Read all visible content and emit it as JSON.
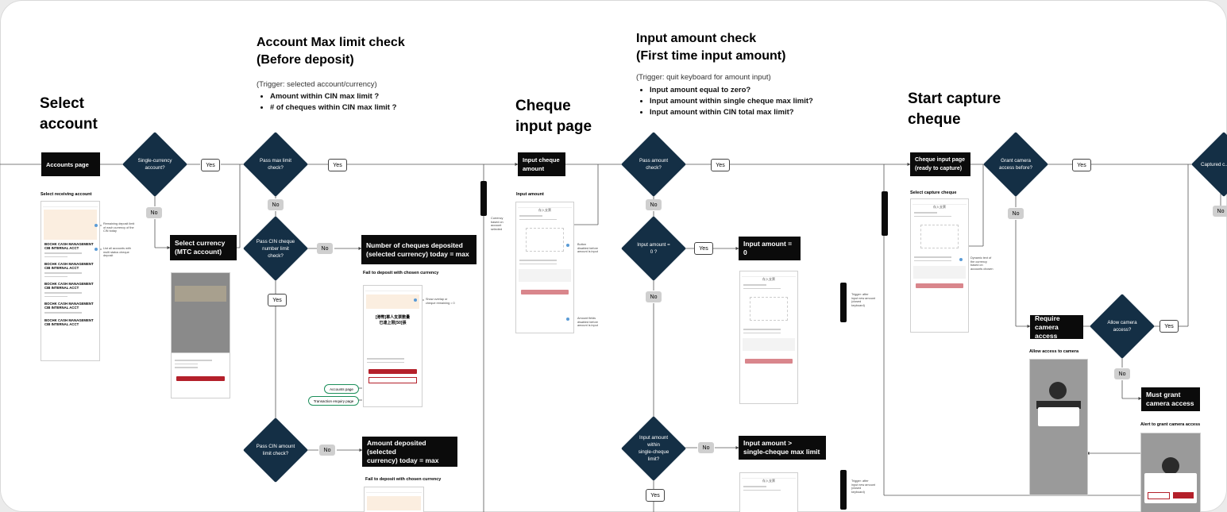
{
  "headings": {
    "select_account": "Select account",
    "max_limit": "Account Max limit check\n(Before deposit)",
    "cheque_input": "Cheque input page",
    "input_amount": "Input amount check\n(First time input amount)",
    "start_capture": "Start capture cheque"
  },
  "max_limit_section": {
    "trigger": "(Trigger: selected account/currency)",
    "bullets": [
      "Amount within CIN max limit ?",
      "# of cheques within CIN max limit ?"
    ]
  },
  "input_amount_section": {
    "trigger": "(Trigger: quit keyboard for amount input)",
    "bullets": [
      "Input amount equal to zero?",
      "Input amount within single cheque max limit?",
      "Input amount within CIN total max limit?"
    ]
  },
  "blocks": {
    "accounts_page": "Accounts page",
    "select_currency": "Select currency\n(MTC account)",
    "num_cheques": "Number of cheques deposited\n(selected currency) today = max",
    "amount_deposited": "Amount deposited (selected\ncurrency) today = max",
    "input_cheque_amount": "Input cheque\namount",
    "input_amount_zero": "Input amount = 0",
    "input_gt_single": "Input amount  >\nsingle-cheque max limit",
    "cheque_ready": "Cheque input page\n(ready to capture)",
    "require_camera": "Require\ncamera access",
    "must_grant": "Must grant\ncamera access"
  },
  "decisions": {
    "single_currency": "Single-currency\naccount?",
    "pass_max": "Pass max limit\ncheck?",
    "pass_cin_cheque": "Pass CIN cheque\nnumber limit\ncheck?",
    "pass_cin_amount": "Pass CIN amount\nlimit check?",
    "pass_amount": "Pass amount\ncheck?",
    "input_zero": "Input amount =\n0 ?",
    "input_single": "Input amount\nwithin\nsingle-cheque\nlimit?",
    "grant_camera": "Grant camera\naccess before?",
    "allow_camera": "Allow camera\naccess?",
    "captured": "Captured c..."
  },
  "labels": {
    "yes": "Yes",
    "no": "No"
  },
  "captions": {
    "select_receiving": "Select receiving account",
    "fail_deposit_1": "Fail to deposit with chosen currency",
    "fail_deposit_2": "Fail to deposit with chosen currency",
    "input_amount": "Input amount",
    "select_capture": "Select capture cheque",
    "allow_access": "Allow access to camera",
    "alert_grant": "Alert to grant camera access"
  },
  "pills": {
    "accounts_page": "Accounts page",
    "transaction_enquiry": "Transaction enquiry page"
  },
  "phone_texts": {
    "account_name": "BOCHK CASH MANAGEMENT CIB INTERNAL ACCT",
    "cheque_limit_cn": "[港幣]單人支票數量\n已達上限[50]張",
    "app_title": "存入支票"
  },
  "notes": {
    "remaining_deposit": "Remaining deposit limit of each currency of the CIN today",
    "list_accounts": "List all accounts with multi status cheque deposit",
    "show_overlap": "Show overlap or cheque remaining = 0",
    "button_disabled": "Button disabled before amount is input",
    "trigger_keyboard_1": "Trigger: after input new amount (closed keyboard)",
    "trigger_keyboard_2": "Trigger: after input new amount (closed keyboard)",
    "currency_based": "Currency based on account selected",
    "amount_grey": "Amount fields disabled before amount is input",
    "dynamic_text": "Dynamic text of the currency based on accounts chosen"
  }
}
